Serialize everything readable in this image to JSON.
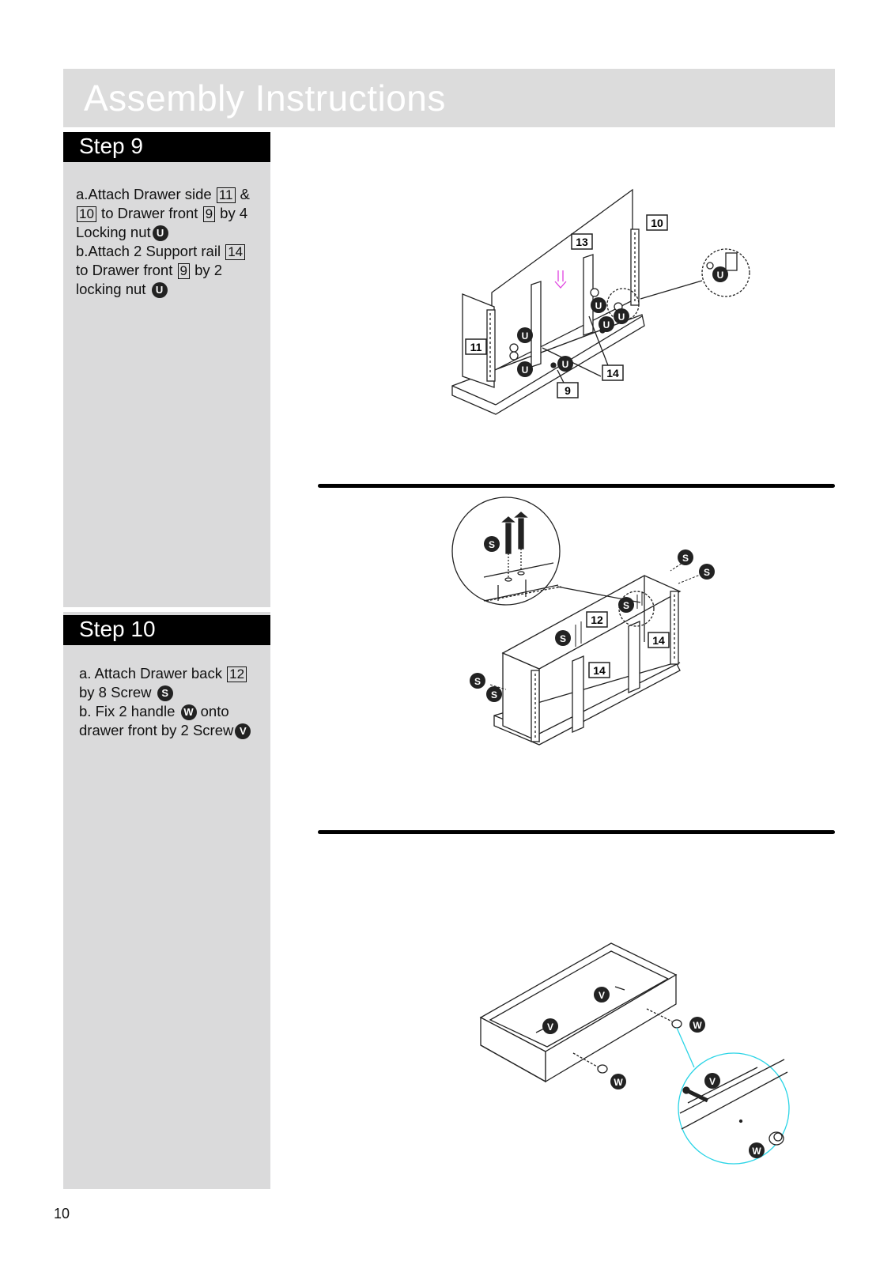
{
  "header": {
    "title": "Assembly Instructions"
  },
  "steps": [
    {
      "title": "Step 9",
      "lines": [
        {
          "a": "a.Attach Drawer side ",
          "b1": "11",
          "c": " &"
        },
        {
          "b1": "10",
          "a": " to Drawer front ",
          "b2": "9",
          "c": " by 4"
        },
        {
          "a": "Locking nut",
          "badge": "U"
        },
        {
          "a": "b.Attach 2 Support rail ",
          "b1": "14"
        },
        {
          "a": " to Drawer front ",
          "b1": "9",
          "c": " by 2"
        },
        {
          "a": "locking nut ",
          "badge": "U"
        }
      ]
    },
    {
      "title": "Step 10",
      "lines": [
        {
          "a": "a. Attach Drawer back ",
          "b1": "12"
        },
        {
          "a": "by 8 Screw ",
          "badge": "S"
        },
        {
          "a": "b. Fix 2 handle ",
          "badge": "W",
          "c": " onto"
        },
        {
          "a": "drawer front by 2 Screw",
          "badge": "V"
        }
      ]
    }
  ],
  "diagram1": {
    "parts": [
      "10",
      "13",
      "11",
      "14",
      "9"
    ],
    "fastener": "U"
  },
  "diagram2": {
    "parts": [
      "12",
      "14",
      "14"
    ],
    "fastener": "S"
  },
  "diagram3": {
    "fasteners": [
      "V",
      "W"
    ]
  },
  "page_number": "10"
}
